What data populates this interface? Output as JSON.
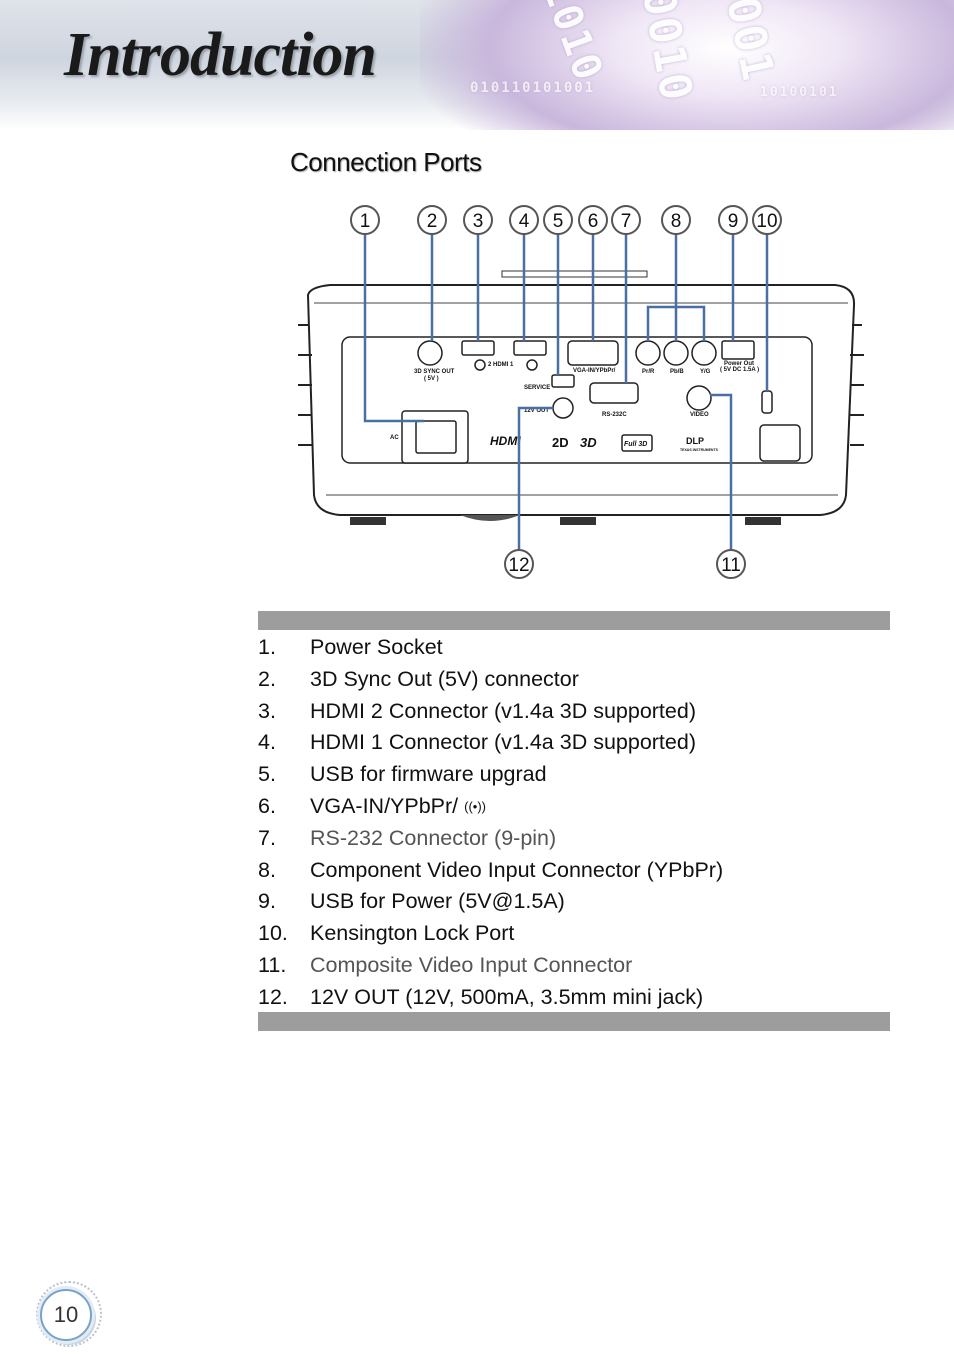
{
  "header": {
    "title": "Introduction"
  },
  "section": {
    "title": "Connection Ports"
  },
  "callouts": [
    "1",
    "2",
    "3",
    "4",
    "5",
    "6",
    "7",
    "8",
    "9",
    "10",
    "11",
    "12"
  ],
  "panel_labels": {
    "sync": "3D SYNC OUT",
    "sync_v": "( 5V )",
    "hdmi": "2   HDMI   1",
    "vga": "VGA-IN/YPbPr/",
    "service": "SERVICE",
    "out12": "12V OUT",
    "rs232": "RS-232C",
    "ac": "AC",
    "prr": "Pr/R",
    "pbb": "Pb/B",
    "yg": "Y/G",
    "powerout": "Power Out",
    "powerout2": "( 5V DC 1.5A )",
    "video": "VIDEO",
    "hdmi_logo": "HDMI",
    "twod": "2D",
    "threed": "3D",
    "full3d": "Full 3D",
    "dlp": "DLP",
    "ti": "TEXAS INSTRUMENTS"
  },
  "ports": [
    {
      "num": "1.",
      "label": "Power Socket"
    },
    {
      "num": "2.",
      "label": "3D Sync Out (5V) connector"
    },
    {
      "num": "3.",
      "label": "HDMI 2 Connector (v1.4a 3D supported)"
    },
    {
      "num": "4.",
      "label": "HDMI 1 Connector (v1.4a 3D supported)"
    },
    {
      "num": "5.",
      "label": "USB for firmware upgrad"
    },
    {
      "num": "6.",
      "label": "VGA-IN/YPbPr/"
    },
    {
      "num": "7.",
      "label": "RS-232 Connector (9-pin)"
    },
    {
      "num": "8.",
      "label": "Component Video Input Connector (YPbPr)"
    },
    {
      "num": "9.",
      "label": "USB for Power (5V@1.5A)"
    },
    {
      "num": "10.",
      "label": "Kensington Lock Port"
    },
    {
      "num": "11.",
      "label": "Composite Video Input Connector"
    },
    {
      "num": "12.",
      "label": "12V OUT (12V, 500mA, 3.5mm mini jack)"
    }
  ],
  "wifi_symbol": "((•))",
  "page_number": "10"
}
